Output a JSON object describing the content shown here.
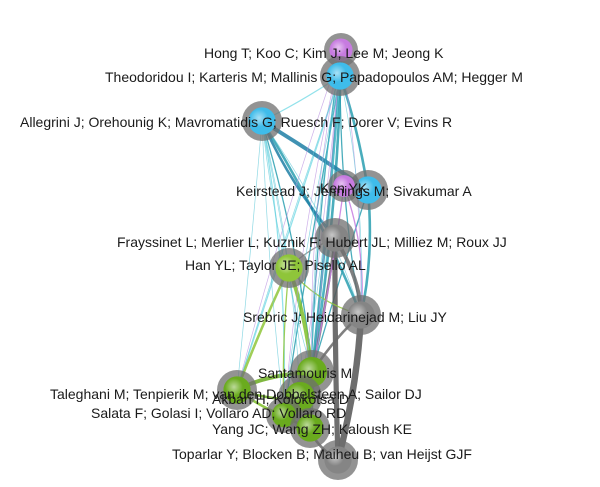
{
  "network": {
    "nodes": [
      {
        "id": "hong",
        "label": "Hong T; Koo C; Kim J; Lee M; Jeong K",
        "color": "#c77be0"
      },
      {
        "id": "theodoridou",
        "label": "Theodoridou I; Karteris M; Mallinis G; Papadopoulos AM; Hegger M",
        "color": "#3fbcea"
      },
      {
        "id": "allegrini",
        "label": "Allegrini J; Orehounig K; Mavromatidis G; Ruesch F; Dorer V; Evins R",
        "color": "#3fbcea"
      },
      {
        "id": "keirstead",
        "label": "Keirstead J; Jennings M; Sivakumar A",
        "color": "#3fbcea"
      },
      {
        "id": "kenyk",
        "label": "Ken YK",
        "color": "#c77be0"
      },
      {
        "id": "frayssinet",
        "label": "Frayssinet L; Merlier L; Kuznik F; Hubert JL; Milliez M; Roux JJ",
        "color": "#858585"
      },
      {
        "id": "han",
        "label": "Han YL; Taylor JE; Pisello AL",
        "color": "#8fc53a"
      },
      {
        "id": "srebric",
        "label": "Srebric J; Heidarinejad M; Liu JY",
        "color": "#858585"
      },
      {
        "id": "santamouris",
        "label": "Santamouris M",
        "color": "#6aab1e"
      },
      {
        "id": "taleghani",
        "label": "Taleghani M; Tenpierik M; van den Dobbelsteen A; Sailor DJ",
        "color": "#6aab1e"
      },
      {
        "id": "akbari",
        "label": "Akbari H; Kolokotsa D",
        "color": "#6aab1e"
      },
      {
        "id": "salata",
        "label": "Salata F; Golasi I; Vollaro AD; Vollaro RD",
        "color": "#6aab1e"
      },
      {
        "id": "yang",
        "label": "Yang JC; Wang ZH; Kaloush KE",
        "color": "#6aab1e"
      },
      {
        "id": "toparlar",
        "label": "Toparlar Y; Blocken B; Maiheu B; van Heijst GJF",
        "color": "#858585"
      }
    ],
    "edges": [
      {
        "from": "hong",
        "to": "santamouris",
        "color": "#2a9fb0",
        "weight": 2
      },
      {
        "from": "hong",
        "to": "yang",
        "color": "#2a9fb0",
        "weight": 1
      },
      {
        "from": "theodoridou",
        "to": "santamouris",
        "color": "#2a9fb0",
        "weight": 2
      },
      {
        "from": "theodoridou",
        "to": "salata",
        "color": "#2a9fb0",
        "weight": 1
      },
      {
        "from": "theodoridou",
        "to": "taleghani",
        "color": "#7fdde8",
        "weight": 1
      },
      {
        "from": "theodoridou",
        "to": "keirstead",
        "color": "#2a9fb0",
        "weight": 2
      },
      {
        "from": "theodoridou",
        "to": "srebric",
        "color": "#2a9fb0",
        "weight": 1
      },
      {
        "from": "theodoridou",
        "to": "allegrini",
        "color": "#7fdde8",
        "weight": 1
      },
      {
        "from": "allegrini",
        "to": "keirstead",
        "color": "#1f7fa6",
        "weight": 3
      },
      {
        "from": "allegrini",
        "to": "santamouris",
        "color": "#2a9fb0",
        "weight": 1
      },
      {
        "from": "allegrini",
        "to": "srebric",
        "color": "#2a9fb0",
        "weight": 2
      },
      {
        "from": "allegrini",
        "to": "frayssinet",
        "color": "#1f7fa6",
        "weight": 2
      },
      {
        "from": "allegrini",
        "to": "salata",
        "color": "#7fdde8",
        "weight": 1
      },
      {
        "from": "keirstead",
        "to": "srebric",
        "color": "#2a9fb0",
        "weight": 2
      },
      {
        "from": "keirstead",
        "to": "santamouris",
        "color": "#2a9fb0",
        "weight": 1
      },
      {
        "from": "frayssinet",
        "to": "srebric",
        "color": "#6a6a6a",
        "weight": 3
      },
      {
        "from": "frayssinet",
        "to": "toparlar",
        "color": "#555555",
        "weight": 4
      },
      {
        "from": "frayssinet",
        "to": "santamouris",
        "color": "#6a6a6a",
        "weight": 2
      },
      {
        "from": "frayssinet",
        "to": "han",
        "color": "#8a8a8a",
        "weight": 1
      },
      {
        "from": "srebric",
        "to": "toparlar",
        "color": "#555555",
        "weight": 5
      },
      {
        "from": "srebric",
        "to": "santamouris",
        "color": "#6a6a6a",
        "weight": 2
      },
      {
        "from": "han",
        "to": "santamouris",
        "color": "#7fbf2a",
        "weight": 3
      },
      {
        "from": "han",
        "to": "taleghani",
        "color": "#8fc53a",
        "weight": 2
      },
      {
        "from": "han",
        "to": "srebric",
        "color": "#8fc53a",
        "weight": 1
      },
      {
        "from": "han",
        "to": "salata",
        "color": "#8fc53a",
        "weight": 1
      },
      {
        "from": "santamouris",
        "to": "yang",
        "color": "#6aab1e",
        "weight": 4
      },
      {
        "from": "santamouris",
        "to": "salata",
        "color": "#6aab1e",
        "weight": 3
      },
      {
        "from": "santamouris",
        "to": "taleghani",
        "color": "#6aab1e",
        "weight": 3
      },
      {
        "from": "santamouris",
        "to": "akbari",
        "color": "#6aab1e",
        "weight": 3
      },
      {
        "from": "taleghani",
        "to": "akbari",
        "color": "#6aab1e",
        "weight": 2
      },
      {
        "from": "taleghani",
        "to": "salata",
        "color": "#7fbf2a",
        "weight": 2
      },
      {
        "from": "salata",
        "to": "yang",
        "color": "#6aab1e",
        "weight": 2
      },
      {
        "from": "akbari",
        "to": "yang",
        "color": "#6aab1e",
        "weight": 3
      },
      {
        "from": "yang",
        "to": "toparlar",
        "color": "#6a6a6a",
        "weight": 2
      },
      {
        "from": "kenyk",
        "to": "santamouris",
        "color": "#c77be0",
        "weight": 1
      },
      {
        "from": "kenyk",
        "to": "srebric",
        "color": "#c77be0",
        "weight": 1
      }
    ]
  }
}
